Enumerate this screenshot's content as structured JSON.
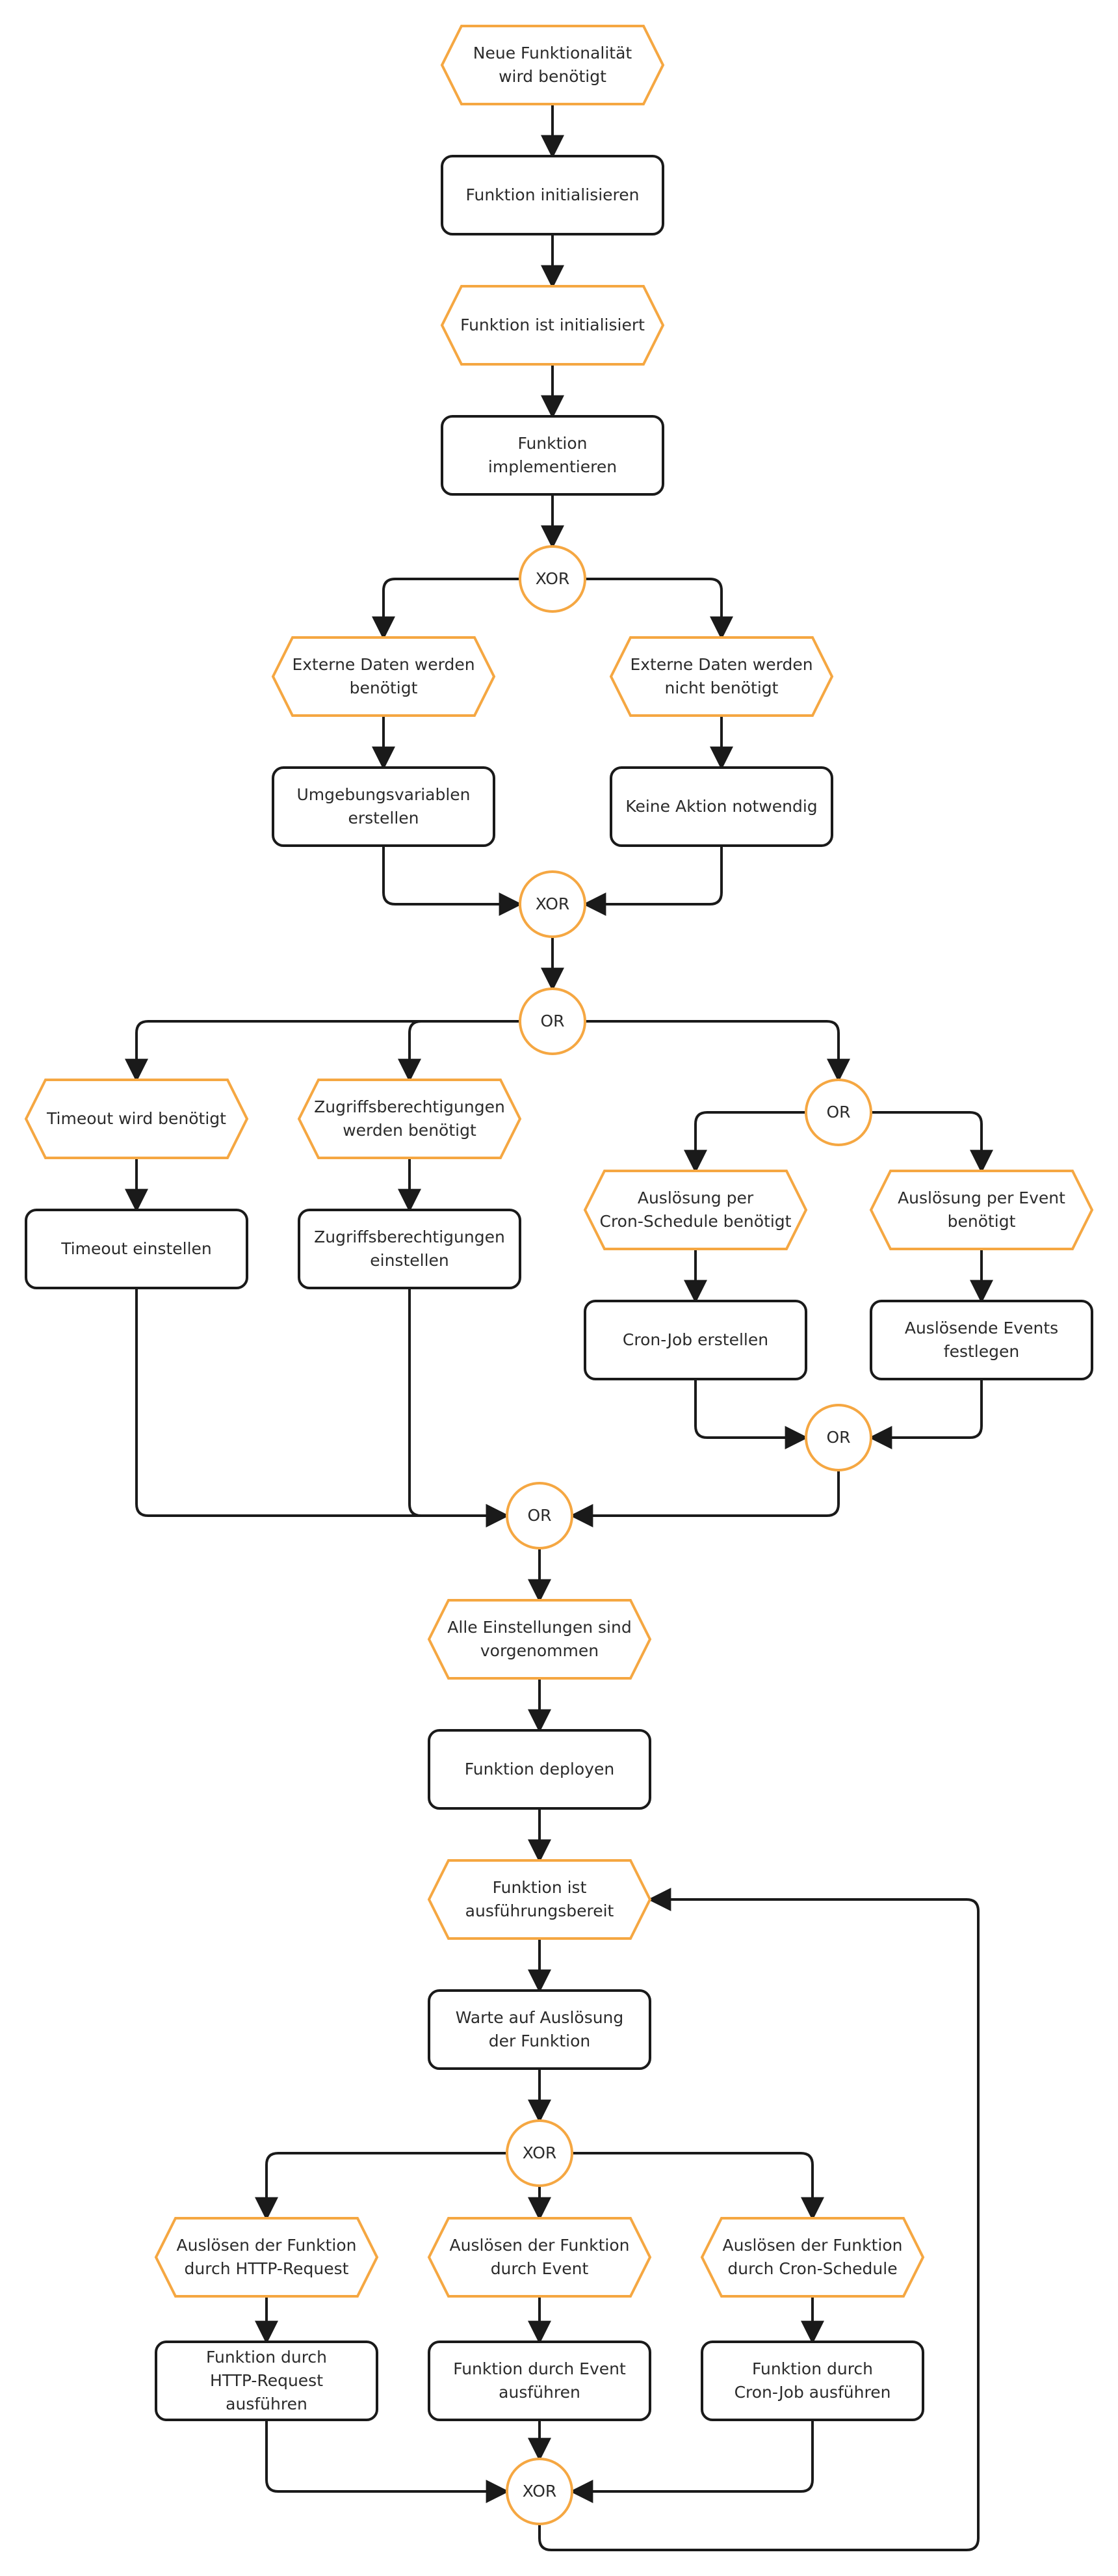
{
  "colors": {
    "event": "#F5A742",
    "function": "#1a1a1a",
    "gateway": "#F5A742",
    "edge": "#1a1a1a"
  },
  "nodes": [
    {
      "id": "e1",
      "type": "event",
      "lines": [
        "Neue Funktionalität",
        "wird benötigt"
      ]
    },
    {
      "id": "f1",
      "type": "function",
      "lines": [
        "Funktion initialisieren"
      ]
    },
    {
      "id": "e2",
      "type": "event",
      "lines": [
        "Funktion ist initialisiert"
      ]
    },
    {
      "id": "f2",
      "type": "function",
      "lines": [
        "Funktion",
        "implementieren"
      ]
    },
    {
      "id": "g1",
      "type": "gateway",
      "label": "XOR"
    },
    {
      "id": "e3",
      "type": "event",
      "lines": [
        "Externe Daten werden",
        "benötigt"
      ]
    },
    {
      "id": "e4",
      "type": "event",
      "lines": [
        "Externe Daten werden",
        "nicht benötigt"
      ]
    },
    {
      "id": "f3",
      "type": "function",
      "lines": [
        "Umgebungsvariablen",
        "erstellen"
      ]
    },
    {
      "id": "f4",
      "type": "function",
      "lines": [
        "Keine Aktion notwendig"
      ]
    },
    {
      "id": "g2",
      "type": "gateway",
      "label": "XOR"
    },
    {
      "id": "g3",
      "type": "gateway",
      "label": "OR"
    },
    {
      "id": "e5",
      "type": "event",
      "lines": [
        "Timeout wird benötigt"
      ]
    },
    {
      "id": "e6",
      "type": "event",
      "lines": [
        "Zugriffsberechtigungen",
        "werden benötigt"
      ]
    },
    {
      "id": "g4",
      "type": "gateway",
      "label": "OR"
    },
    {
      "id": "e7",
      "type": "event",
      "lines": [
        "Auslösung per",
        "Cron-Schedule benötigt"
      ]
    },
    {
      "id": "e8",
      "type": "event",
      "lines": [
        "Auslösung per Event",
        "benötigt"
      ]
    },
    {
      "id": "f5",
      "type": "function",
      "lines": [
        "Timeout einstellen"
      ]
    },
    {
      "id": "f6",
      "type": "function",
      "lines": [
        "Zugriffsberechtigungen",
        "einstellen"
      ]
    },
    {
      "id": "f7",
      "type": "function",
      "lines": [
        "Cron-Job erstellen"
      ]
    },
    {
      "id": "f8",
      "type": "function",
      "lines": [
        "Auslösende Events",
        "festlegen"
      ]
    },
    {
      "id": "g5",
      "type": "gateway",
      "label": "OR"
    },
    {
      "id": "g6",
      "type": "gateway",
      "label": "OR"
    },
    {
      "id": "e9",
      "type": "event",
      "lines": [
        "Alle Einstellungen sind",
        "vorgenommen"
      ]
    },
    {
      "id": "f9",
      "type": "function",
      "lines": [
        "Funktion deployen"
      ]
    },
    {
      "id": "e10",
      "type": "event",
      "lines": [
        "Funktion ist",
        "ausführungsbereit"
      ]
    },
    {
      "id": "f10",
      "type": "function",
      "lines": [
        "Warte auf Auslösung",
        "der Funktion"
      ]
    },
    {
      "id": "g7",
      "type": "gateway",
      "label": "XOR"
    },
    {
      "id": "e11",
      "type": "event",
      "lines": [
        "Auslösen der Funktion",
        "durch HTTP-Request"
      ]
    },
    {
      "id": "e12",
      "type": "event",
      "lines": [
        "Auslösen der Funktion",
        "durch Event"
      ]
    },
    {
      "id": "e13",
      "type": "event",
      "lines": [
        "Auslösen der Funktion",
        "durch Cron-Schedule"
      ]
    },
    {
      "id": "f11",
      "type": "function",
      "lines": [
        "Funktion durch",
        "HTTP-Request",
        "ausführen"
      ]
    },
    {
      "id": "f12",
      "type": "function",
      "lines": [
        "Funktion durch Event",
        "ausführen"
      ]
    },
    {
      "id": "f13",
      "type": "function",
      "lines": [
        "Funktion durch",
        "Cron-Job ausführen"
      ]
    },
    {
      "id": "g8",
      "type": "gateway",
      "label": "XOR"
    }
  ],
  "edges": [
    [
      "e1",
      "f1"
    ],
    [
      "f1",
      "e2"
    ],
    [
      "e2",
      "f2"
    ],
    [
      "f2",
      "g1"
    ],
    [
      "g1",
      "e3"
    ],
    [
      "g1",
      "e4"
    ],
    [
      "e3",
      "f3"
    ],
    [
      "e4",
      "f4"
    ],
    [
      "f3",
      "g2"
    ],
    [
      "f4",
      "g2"
    ],
    [
      "g2",
      "g3"
    ],
    [
      "g3",
      "e5"
    ],
    [
      "g3",
      "e6"
    ],
    [
      "g3",
      "g4"
    ],
    [
      "g4",
      "e7"
    ],
    [
      "g4",
      "e8"
    ],
    [
      "e5",
      "f5"
    ],
    [
      "e6",
      "f6"
    ],
    [
      "e7",
      "f7"
    ],
    [
      "e8",
      "f8"
    ],
    [
      "f7",
      "g5"
    ],
    [
      "f8",
      "g5"
    ],
    [
      "f5",
      "g6"
    ],
    [
      "f6",
      "g6"
    ],
    [
      "g5",
      "g6"
    ],
    [
      "g6",
      "e9"
    ],
    [
      "e9",
      "f9"
    ],
    [
      "f9",
      "e10"
    ],
    [
      "e10",
      "f10"
    ],
    [
      "f10",
      "g7"
    ],
    [
      "g7",
      "e11"
    ],
    [
      "g7",
      "e12"
    ],
    [
      "g7",
      "e13"
    ],
    [
      "e11",
      "f11"
    ],
    [
      "e12",
      "f12"
    ],
    [
      "e13",
      "f13"
    ],
    [
      "f11",
      "g8"
    ],
    [
      "f12",
      "g8"
    ],
    [
      "f13",
      "g8"
    ],
    [
      "g8",
      "e10"
    ]
  ]
}
